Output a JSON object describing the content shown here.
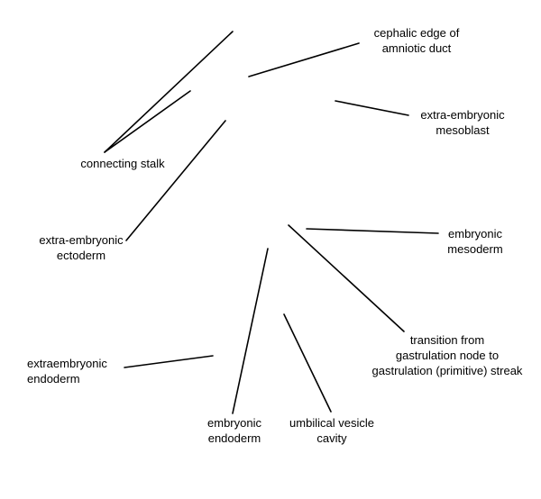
{
  "labels": {
    "cephalic": [
      "cephalic edge of",
      "amniotic duct"
    ],
    "extra_mesoblast": [
      "extra-embryonic",
      "mesoblast"
    ],
    "connecting_stalk": [
      "connecting stalk"
    ],
    "extra_ectoderm": [
      "extra-embryonic",
      "ectoderm"
    ],
    "emb_mesoderm": [
      "embryonic",
      "mesoderm"
    ],
    "transition": [
      "transition from",
      "gastrulation node to",
      "gastrulation (primitive) streak"
    ],
    "extraemb_endoderm": [
      "extraembryonic",
      "endoderm"
    ],
    "emb_endoderm": [
      "embryonic",
      "endoderm"
    ],
    "umbilical": [
      "umbilical vesicle",
      "cavity"
    ]
  },
  "colors": {
    "line": "#000000",
    "text": "#000000",
    "background": "#ffffff"
  }
}
